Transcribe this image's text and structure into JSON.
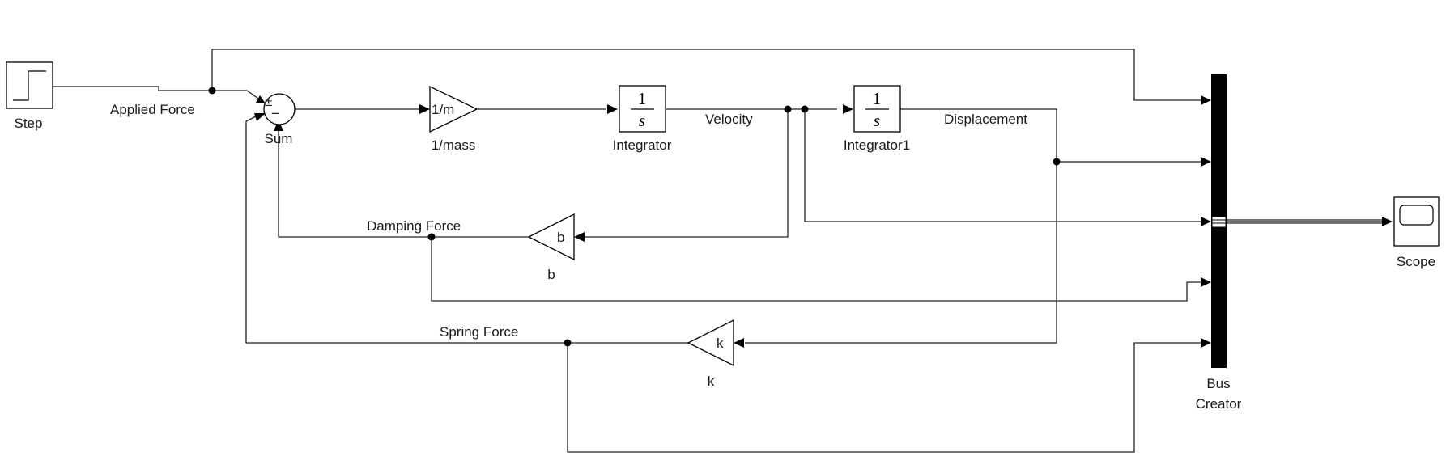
{
  "blocks": {
    "step": "Step",
    "sum": "Sum",
    "sum_plus": "±",
    "sum_minus": "−",
    "gain_mass": "1/mass",
    "gain_mass_symbol": "1/m",
    "integrator": "Integrator",
    "integrator1": "Integrator1",
    "integrator_num": "1",
    "integrator_den": "s",
    "gain_b": "b",
    "gain_b_symbol": "b",
    "gain_k": "k",
    "gain_k_symbol": "k",
    "bus_line1": "Bus",
    "bus_line2": "Creator",
    "scope": "Scope"
  },
  "signals": {
    "applied_force": "Applied Force",
    "velocity": "Velocity",
    "displacement": "Displacement",
    "damping_force": "Damping Force",
    "spring_force": "Spring Force"
  }
}
